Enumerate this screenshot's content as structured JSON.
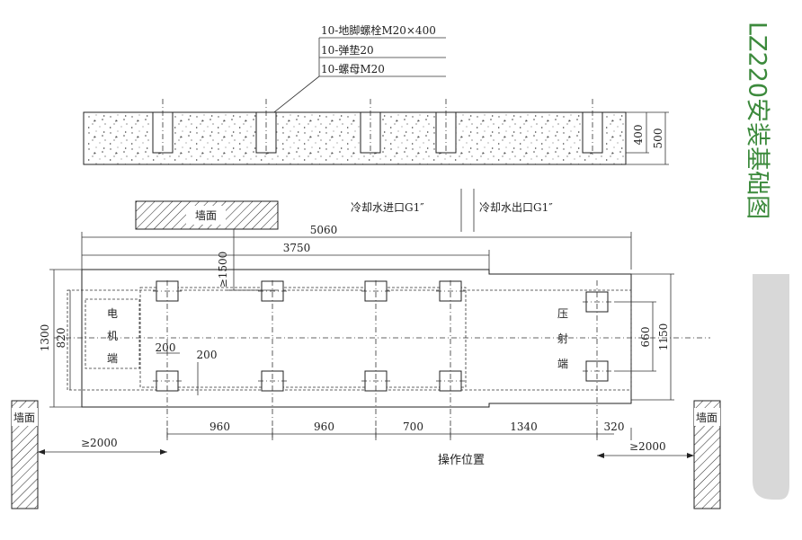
{
  "title": "LZ220安装基础图",
  "callouts": [
    "10-地脚螺栓M20×400",
    "10-弹垫20",
    "10-螺母M20"
  ],
  "foundation_dims": {
    "inner": "400",
    "outer": "500"
  },
  "wall_label": "墙面",
  "coolant_in": "冷却水进口G1″",
  "coolant_out": "冷却水出口G1″",
  "dims": {
    "total_length": "5060",
    "partial_length": "3750",
    "wall_clearance_top": "≥1500",
    "height_outer": "1300",
    "height_inner": "820",
    "bolt_dx": "200",
    "bolt_dy": "200",
    "right_inner": "660",
    "right_outer": "1150",
    "left_clearance": "≥2000",
    "right_clearance": "≥2000"
  },
  "spacing": [
    "960",
    "960",
    "700",
    "1340",
    "320"
  ],
  "motor_end": [
    "电",
    "机",
    "端"
  ],
  "injection_end": [
    "压",
    "射",
    "端"
  ],
  "operation_position": "操作位置",
  "colors": {
    "title_green": "#3c8a3c",
    "tab_gray": "#d8d8d8",
    "line": "#222222"
  }
}
